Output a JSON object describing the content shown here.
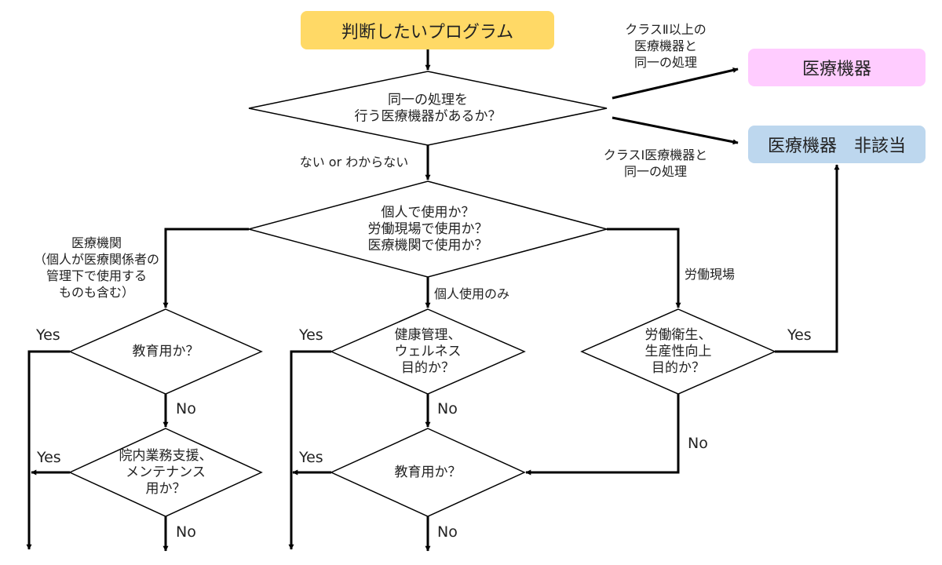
{
  "colors": {
    "start": "#ffd966",
    "medical": "#ffccff",
    "non_medical": "#bdd7ee",
    "line": "#000000"
  },
  "start_box": {
    "label": "判断したいプログラム"
  },
  "result_medical": {
    "label": "医療機器"
  },
  "result_non_medical": {
    "label": "医療機器　非該当"
  },
  "decisions": {
    "same_processing": [
      "同一の処理を",
      "行う医療機器があるか？"
    ],
    "usage_place": [
      "個人で使用か？",
      "労働現場で使用か？",
      "医療機関で使用か？"
    ],
    "edu_left": [
      "教育用か？"
    ],
    "hospital_support": [
      "院内業務支援、",
      "メンテナンス",
      "用か？"
    ],
    "health_mgmt": [
      "健康管理、",
      "ウェルネス",
      "目的か？"
    ],
    "edu_center": [
      "教育用か？"
    ],
    "labor_hygiene": [
      "労働衛生、",
      "生産性向上",
      "目的か？"
    ]
  },
  "edge_labels": {
    "class2": "クラスⅡ以上の\n医療機器と\n同一の処理",
    "class1": "クラスⅠ医療機器と\n同一の処理",
    "none_or_unknown": "ない or わからない",
    "medical_institution": "医療機関\n（個人が医療関係者の\n管理下で使用する\nものも含む）",
    "personal_only": "個人使用のみ",
    "workplace": "労働現場"
  },
  "answers": {
    "yes": "Yes",
    "no": "No"
  }
}
